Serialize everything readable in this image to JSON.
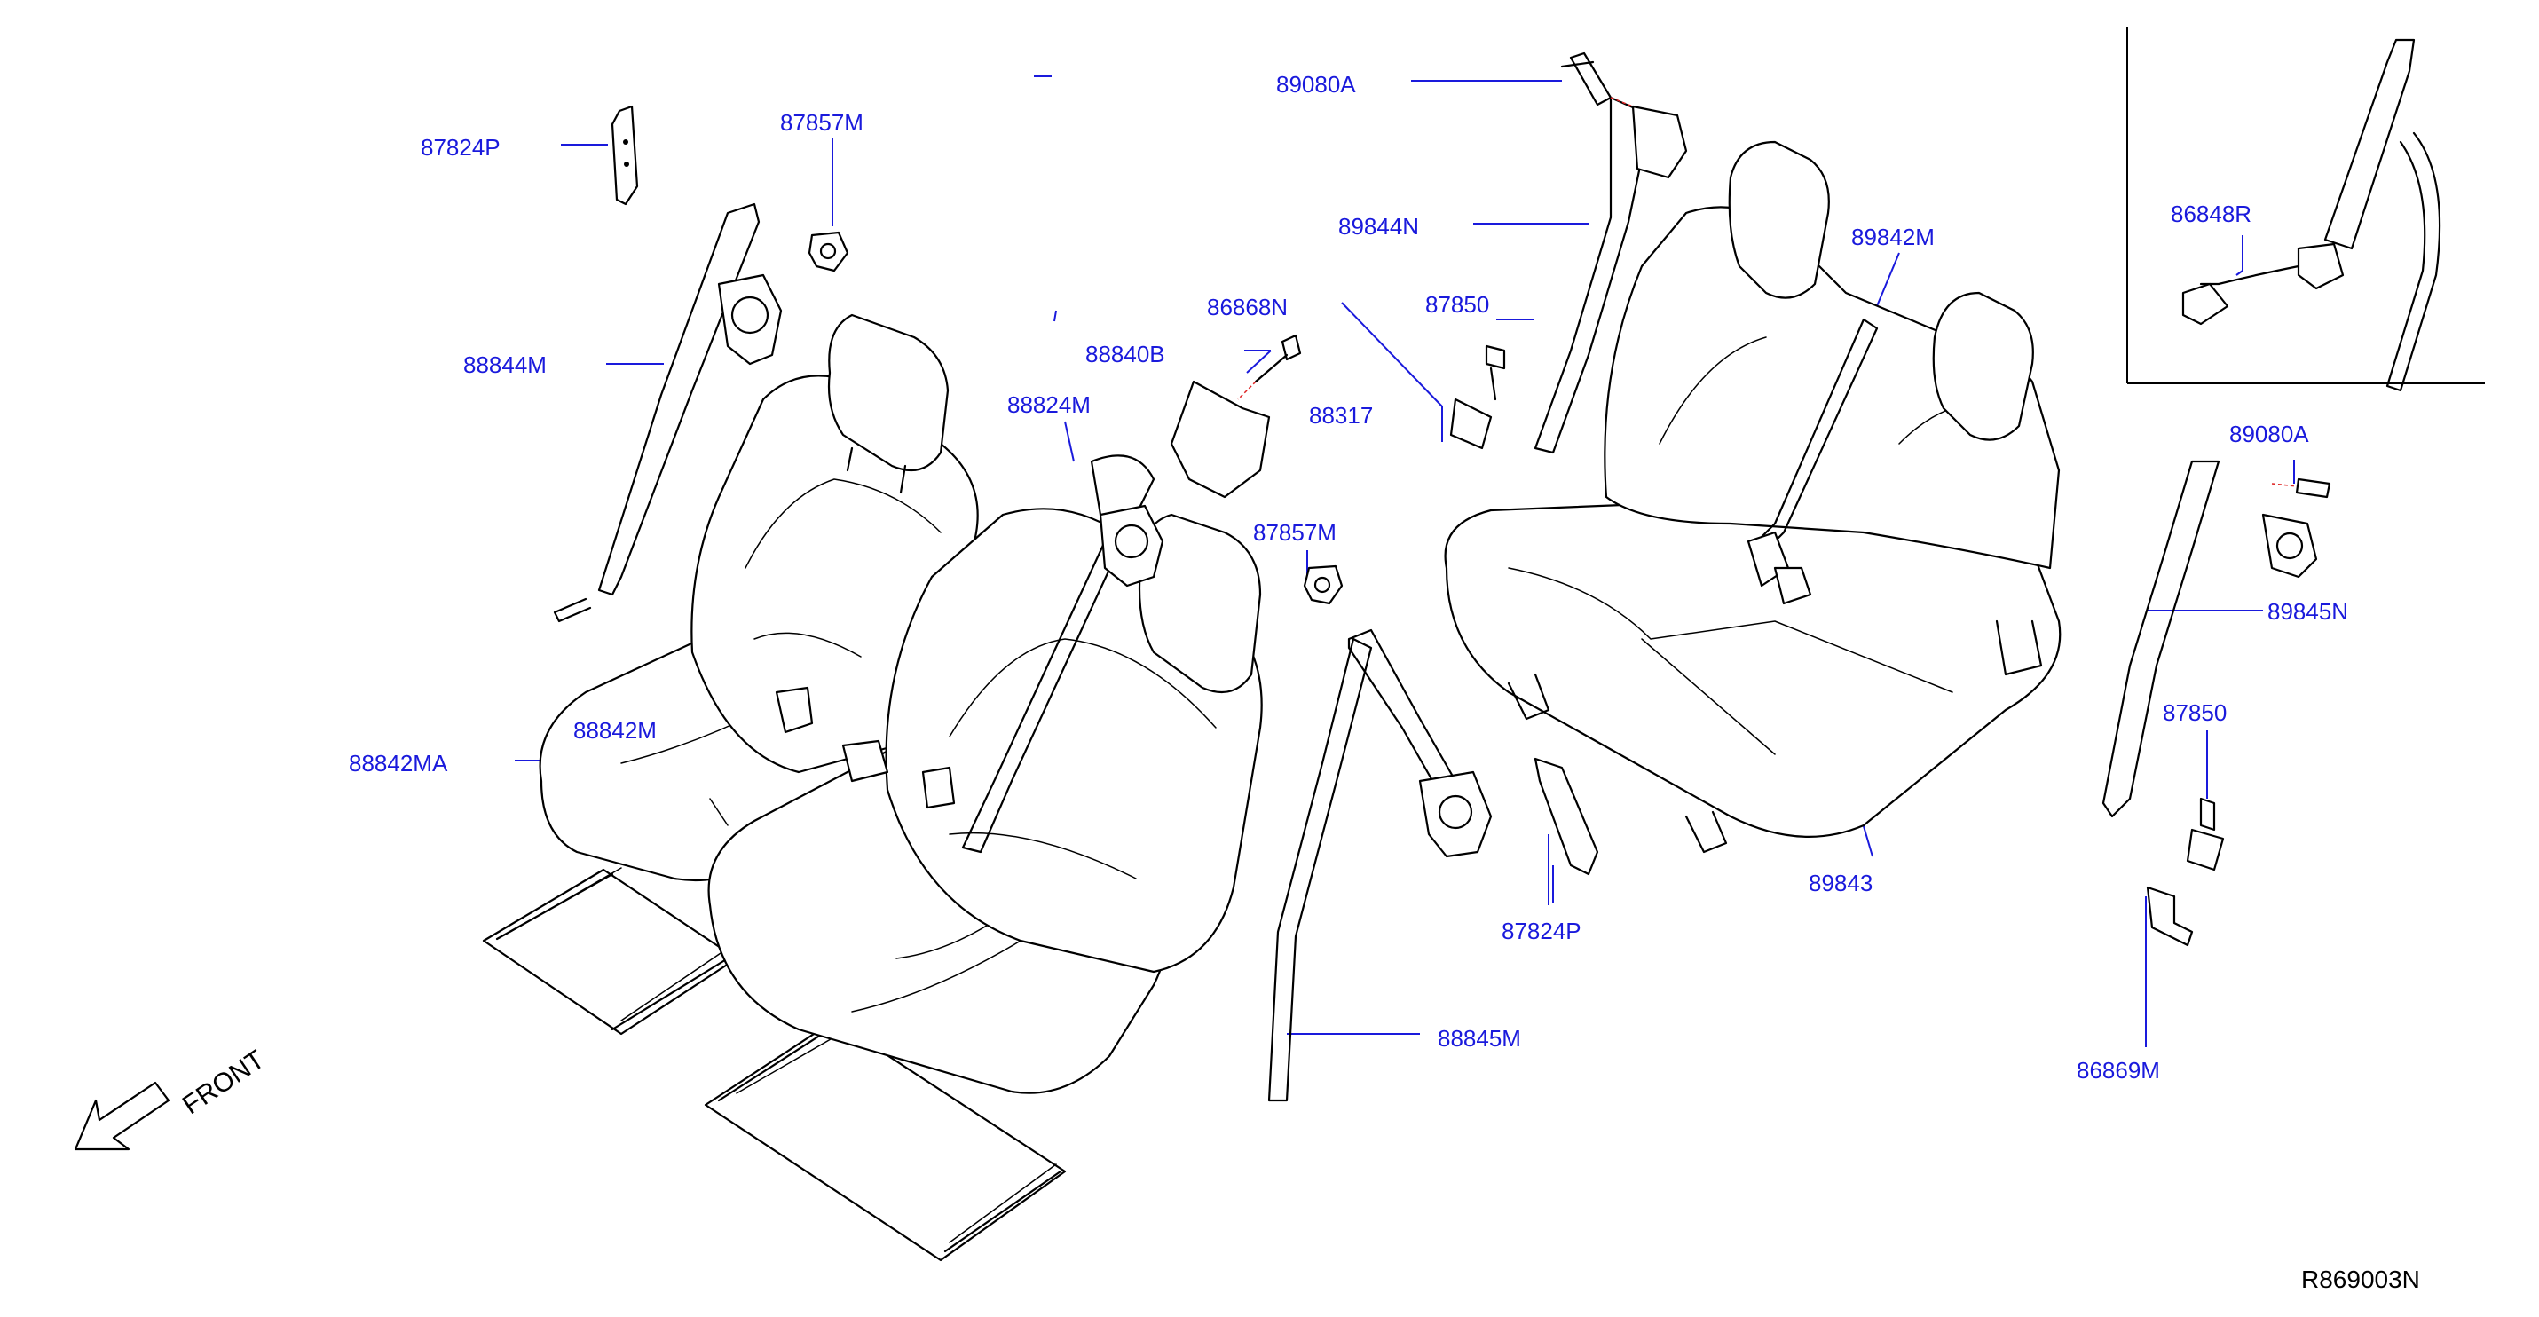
{
  "parts": [
    {
      "id": "p87824P_a",
      "number": "87824P"
    },
    {
      "id": "p87857M_a",
      "number": "87857M"
    },
    {
      "id": "p88844M",
      "number": "88844M"
    },
    {
      "id": "p89080A_a",
      "number": "89080A"
    },
    {
      "id": "p89844N",
      "number": "89844N"
    },
    {
      "id": "p86868N",
      "number": "86868N"
    },
    {
      "id": "p88840B",
      "number": "88840B"
    },
    {
      "id": "p88317",
      "number": "88317"
    },
    {
      "id": "p88824M",
      "number": "88824M"
    },
    {
      "id": "p87850_a",
      "number": "87850"
    },
    {
      "id": "p89842M",
      "number": "89842M"
    },
    {
      "id": "p87857M_b",
      "number": "87857M"
    },
    {
      "id": "p88842M",
      "number": "88842M"
    },
    {
      "id": "p88842MA",
      "number": "88842MA"
    },
    {
      "id": "p87824P_b",
      "number": "87824P"
    },
    {
      "id": "p89843",
      "number": "89843"
    },
    {
      "id": "p88845M",
      "number": "88845M"
    },
    {
      "id": "p86848R",
      "number": "86848R"
    },
    {
      "id": "p89080A_b",
      "number": "89080A"
    },
    {
      "id": "p89845N",
      "number": "89845N"
    },
    {
      "id": "p87850_b",
      "number": "87850"
    },
    {
      "id": "p86869M",
      "number": "86869M"
    }
  ],
  "front_label": "FRONT",
  "diagram_ref": "R869003N",
  "colors": {
    "label": "#1a1adc",
    "line_art": "#000000",
    "background": "#ffffff"
  }
}
